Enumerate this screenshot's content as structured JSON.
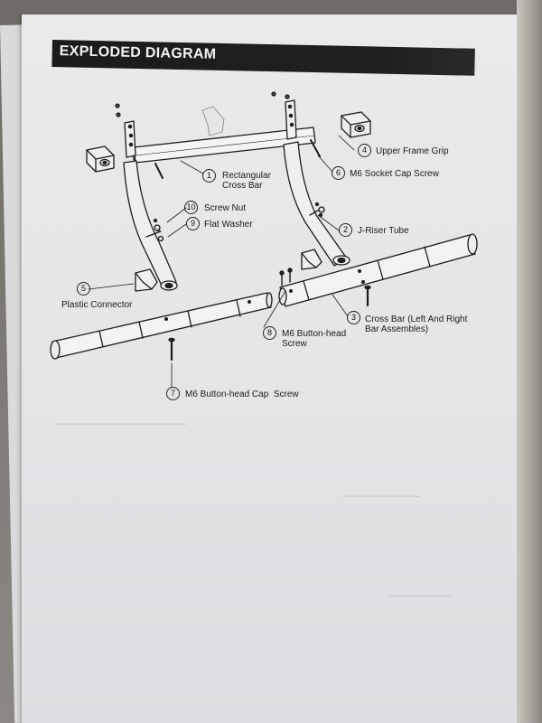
{
  "title": "EXPLODED DIAGRAM",
  "parts": [
    {
      "number": "1",
      "name": "Rectangular\nCross Bar"
    },
    {
      "number": "2",
      "name": "J-Riser Tube"
    },
    {
      "number": "3",
      "name": "Cross Bar (Left And Right\nBar Assembles)"
    },
    {
      "number": "4",
      "name": "Upper Frame Grip"
    },
    {
      "number": "5",
      "name": "Plastic Connector"
    },
    {
      "number": "6",
      "name": "M6 Socket Cap Screw"
    },
    {
      "number": "7",
      "name": "M6 Button-head Cap  Screw"
    },
    {
      "number": "8",
      "name": "M6 Button-head\nScrew"
    },
    {
      "number": "9",
      "name": "Flat Washer"
    },
    {
      "number": "10",
      "name": "Screw Nut"
    }
  ],
  "colors": {
    "page": "#e6e7e9",
    "title_bar": "#1c1c1c",
    "ink": "#1a1a1a"
  }
}
